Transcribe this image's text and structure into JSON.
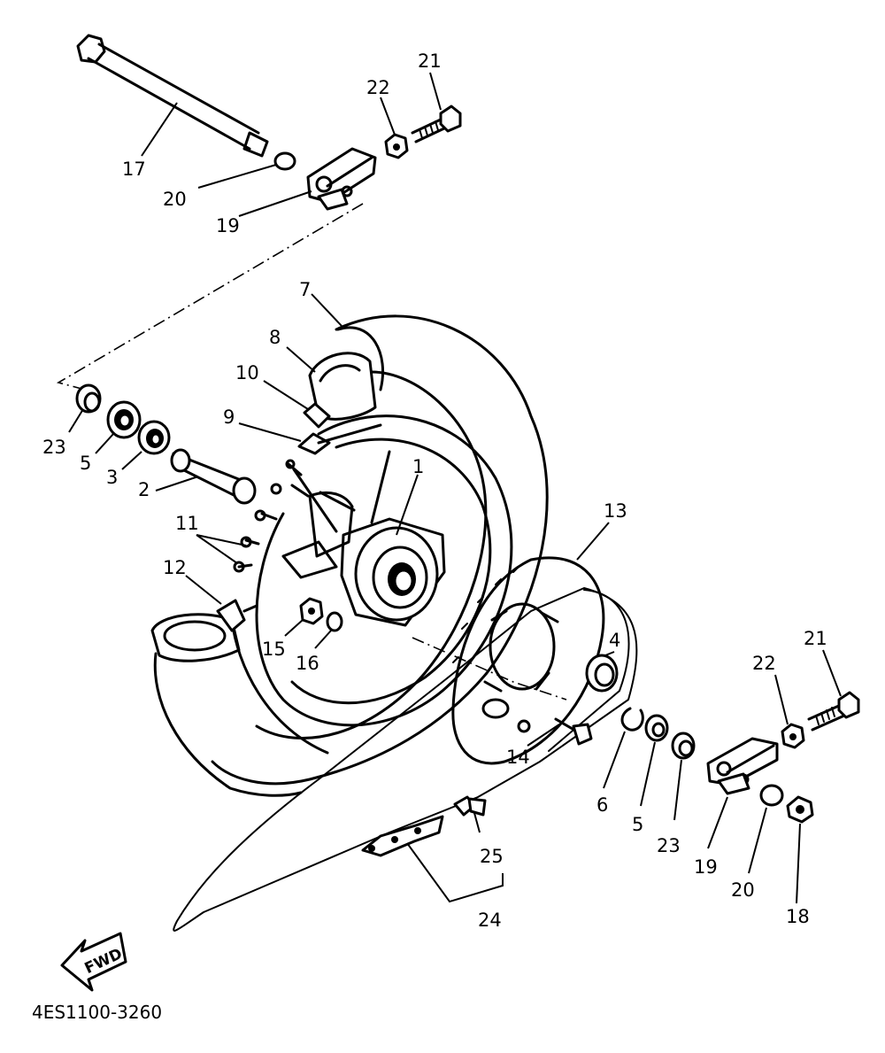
{
  "diagram": {
    "drawing_code": "4ES1100-3260",
    "direction_badge": "FWD",
    "callouts": {
      "c1": "1",
      "c2": "2",
      "c3": "3",
      "c4": "4",
      "c5a": "5",
      "c5b": "5",
      "c6": "6",
      "c7": "7",
      "c8": "8",
      "c9": "9",
      "c10": "10",
      "c11": "11",
      "c12": "12",
      "c13": "13",
      "c14": "14",
      "c15": "15",
      "c16": "16",
      "c17": "17",
      "c18": "18",
      "c19a": "19",
      "c19b": "19",
      "c20a": "20",
      "c20b": "20",
      "c21a": "21",
      "c21b": "21",
      "c22a": "22",
      "c22b": "22",
      "c23a": "23",
      "c23b": "23",
      "c24": "24",
      "c25": "25"
    }
  }
}
